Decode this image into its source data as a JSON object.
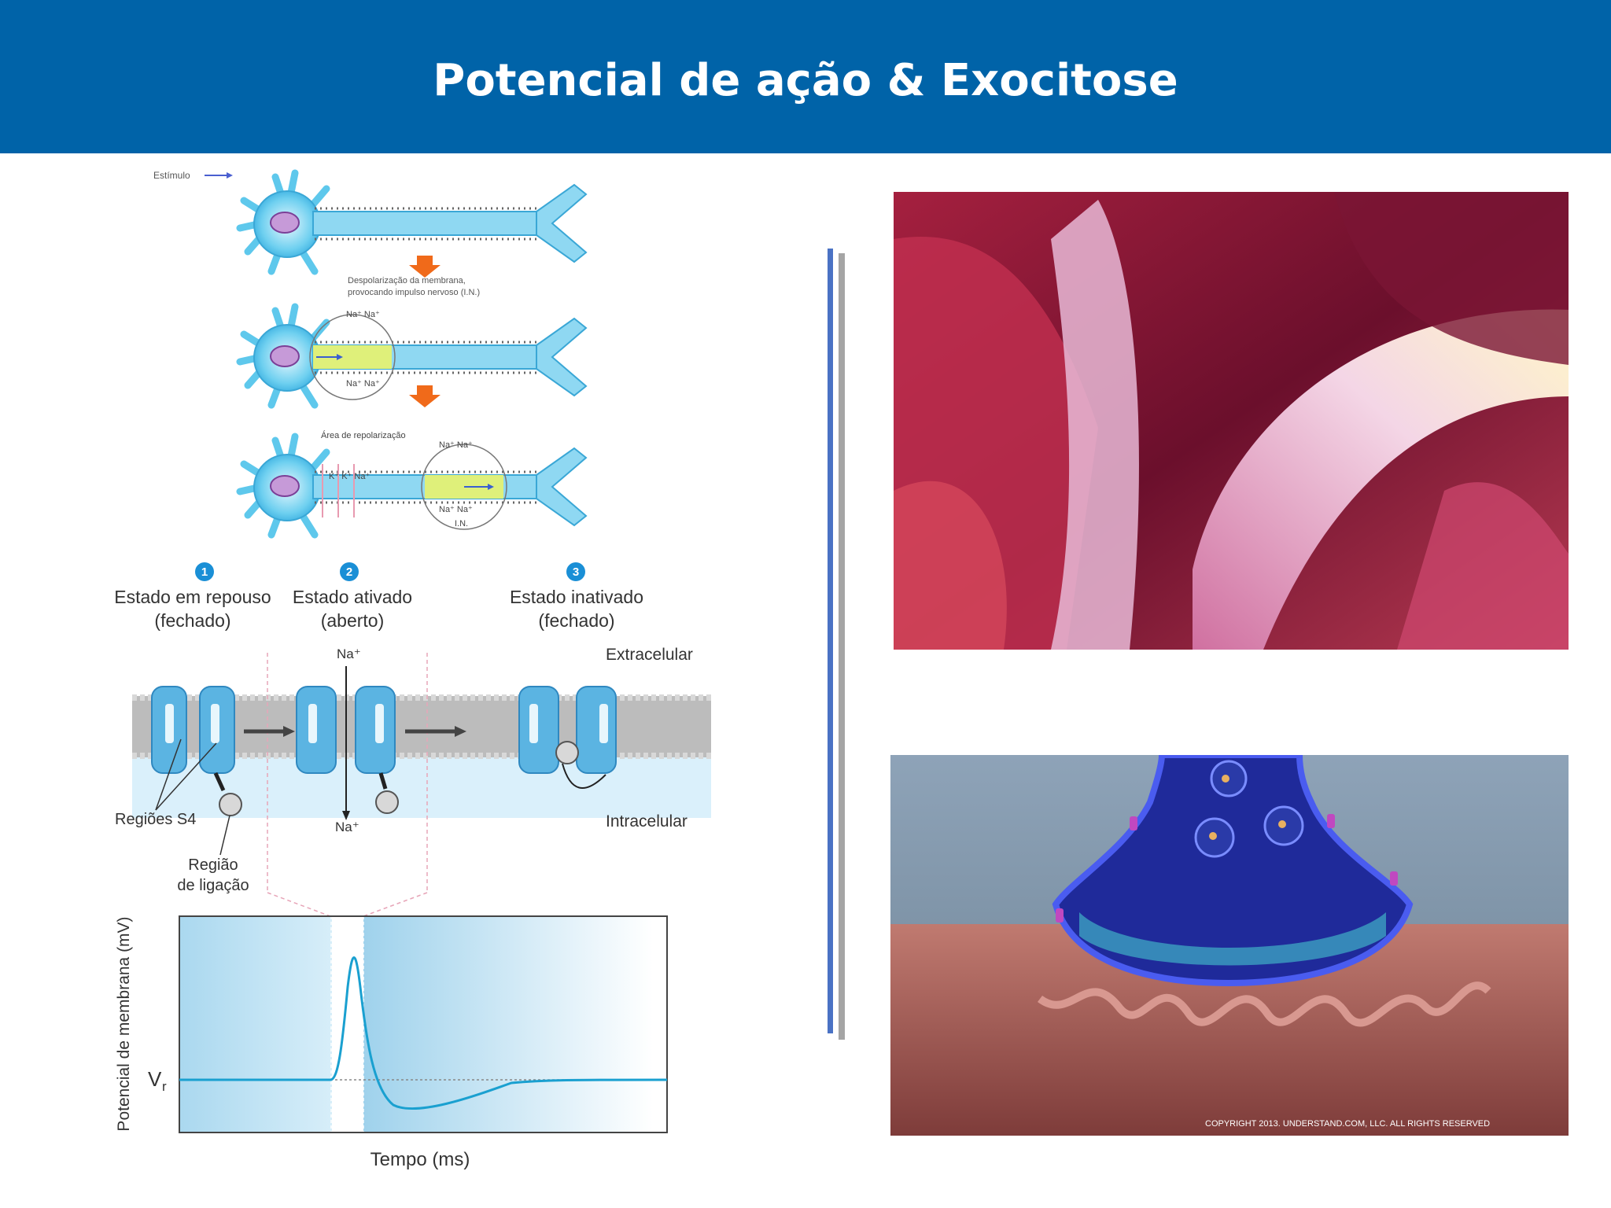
{
  "slide": {
    "title": "Potencial de ação & Exocitose"
  },
  "neuron_diagram": {
    "stimulus_label": "Estímulo",
    "depolarization_caption_line1": "Despolarização da membrana,",
    "depolarization_caption_line2": "provocando impulso nervoso (I.N.)",
    "na_pair": "Na⁺  Na⁺",
    "repolarization_label": "Área de repolarização",
    "ion_row": "K⁺  K⁺  Na⁺",
    "impulse_label": "I.N."
  },
  "channel_diagram": {
    "states": [
      {
        "number": "1",
        "name": "Estado em repouso",
        "status": "(fechado)"
      },
      {
        "number": "2",
        "name": "Estado ativado",
        "status": "(aberto)"
      },
      {
        "number": "3",
        "name": "Estado inativado",
        "status": "(fechado)"
      }
    ],
    "na_label": "Na⁺",
    "extracellular": "Extracelular",
    "intracellular": "Intracelular",
    "s4_regions": "Regiões S4",
    "binding_region_line1": "Região",
    "binding_region_line2": "de ligação"
  },
  "action_potential_plot": {
    "ylabel": "Potencial de membrana (mV)",
    "xlabel": "Tempo (ms)",
    "vr_main": "V",
    "vr_sub": "r"
  },
  "images": {
    "exocytosis_copyright": "COPYRIGHT 2013. UNDERSTAND.COM, LLC. ALL RIGHTS RESERVED"
  },
  "colors": {
    "header_blue": "#0063a8",
    "accent_blue": "#4a72c4",
    "divider_gray": "#a5a5a5",
    "neuron_blue": "#5ec8ec",
    "depolarized_green": "#dff07a"
  }
}
